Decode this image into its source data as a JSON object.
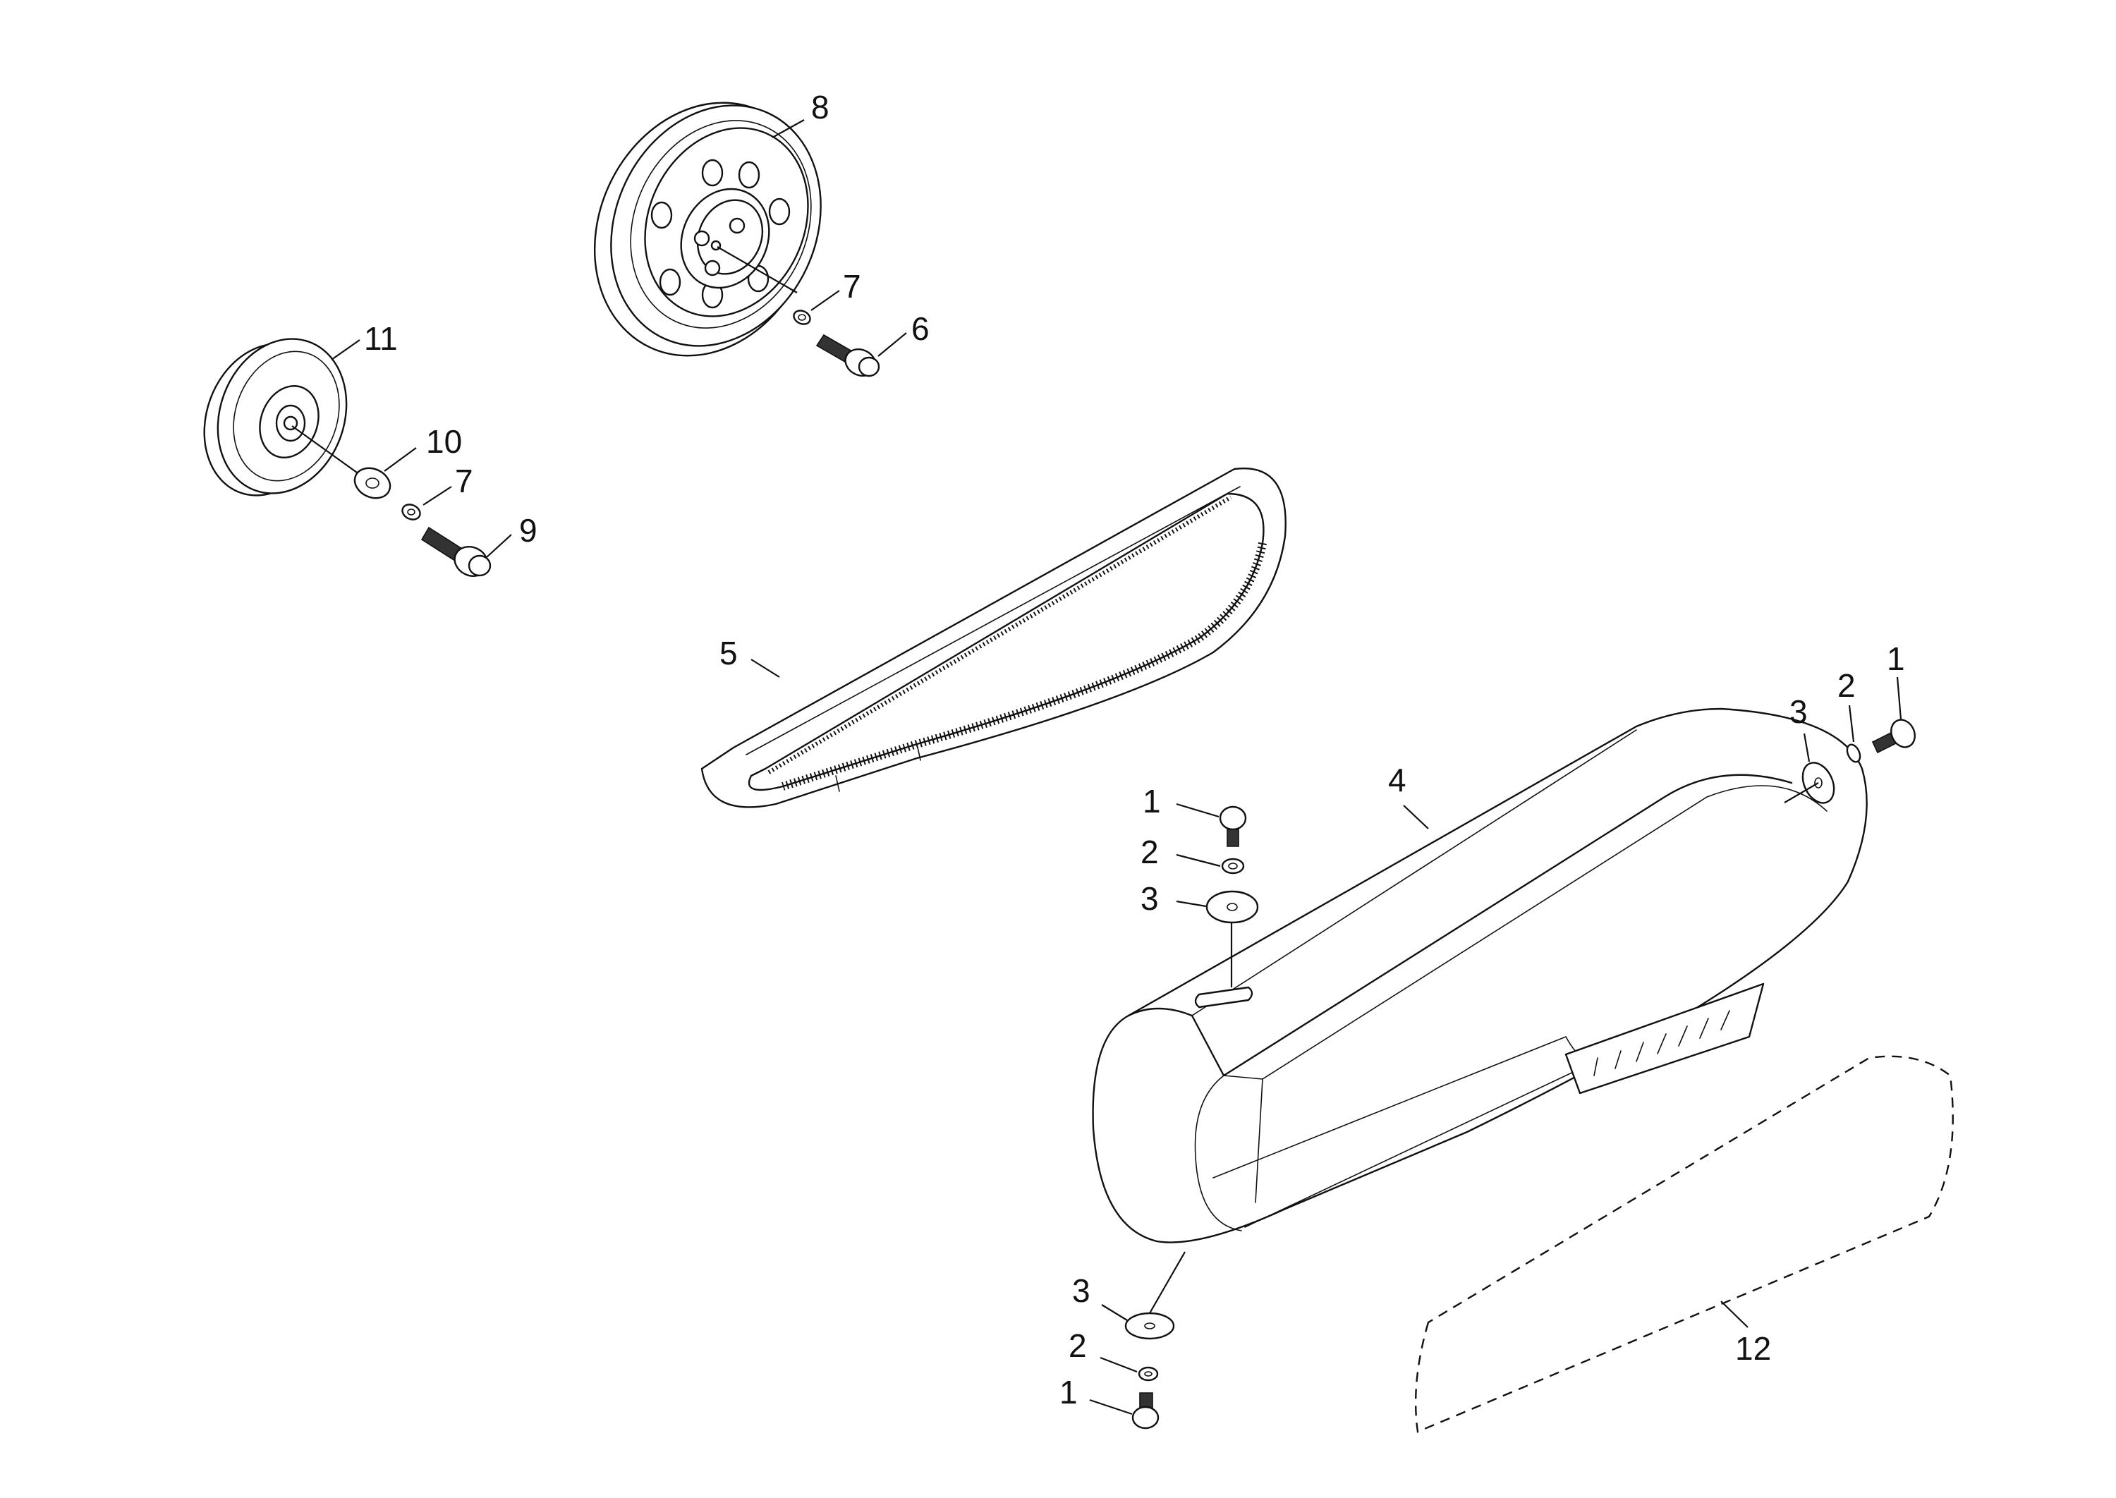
{
  "callouts": [
    {
      "id": "c1a",
      "label": "1"
    },
    {
      "id": "c1b",
      "label": "1"
    },
    {
      "id": "c1c",
      "label": "1"
    },
    {
      "id": "c2a",
      "label": "2"
    },
    {
      "id": "c2b",
      "label": "2"
    },
    {
      "id": "c2c",
      "label": "2"
    },
    {
      "id": "c3a",
      "label": "3"
    },
    {
      "id": "c3b",
      "label": "3"
    },
    {
      "id": "c3c",
      "label": "3"
    },
    {
      "id": "c4",
      "label": "4"
    },
    {
      "id": "c5",
      "label": "5"
    },
    {
      "id": "c6",
      "label": "6"
    },
    {
      "id": "c7a",
      "label": "7"
    },
    {
      "id": "c7b",
      "label": "7"
    },
    {
      "id": "c8",
      "label": "8"
    },
    {
      "id": "c9",
      "label": "9"
    },
    {
      "id": "c10",
      "label": "10"
    },
    {
      "id": "c11",
      "label": "11"
    },
    {
      "id": "c12",
      "label": "12"
    }
  ]
}
